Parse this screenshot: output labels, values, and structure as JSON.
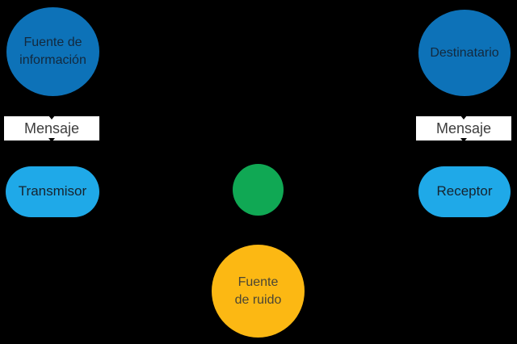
{
  "background": "#000000",
  "colors": {
    "node_dark_blue": "#0d72b8",
    "node_light_blue": "#1fa9e8",
    "node_green": "#10a854",
    "node_yellow": "#fcb813",
    "node_white": "#ffffff",
    "text_on_blue": "#13293e",
    "text_on_white": "#3d3d3d",
    "text_on_yellow": "#4b4634"
  },
  "nodes": {
    "fuente_informacion": {
      "label": "Fuente de información",
      "lines": [
        "Fuente de",
        "información"
      ],
      "shape": "circle",
      "fill": "#0d72b8"
    },
    "mensaje_izquierda": {
      "label": "Mensaje",
      "shape": "rect",
      "fill": "#ffffff"
    },
    "transmisor": {
      "label": "Transmisor",
      "shape": "pill",
      "fill": "#1fa9e8"
    },
    "punto_senal": {
      "label": "",
      "shape": "circle",
      "fill": "#10a854"
    },
    "receptor": {
      "label": "Receptor",
      "shape": "pill",
      "fill": "#1fa9e8"
    },
    "mensaje_derecha": {
      "label": "Mensaje",
      "shape": "rect",
      "fill": "#ffffff"
    },
    "destinatario": {
      "label": "Destinatario",
      "shape": "circle",
      "fill": "#0d72b8"
    },
    "fuente_ruido": {
      "label": "Fuente de ruido",
      "lines": [
        "Fuente",
        "de ruido"
      ],
      "shape": "circle",
      "fill": "#fcb813"
    }
  }
}
